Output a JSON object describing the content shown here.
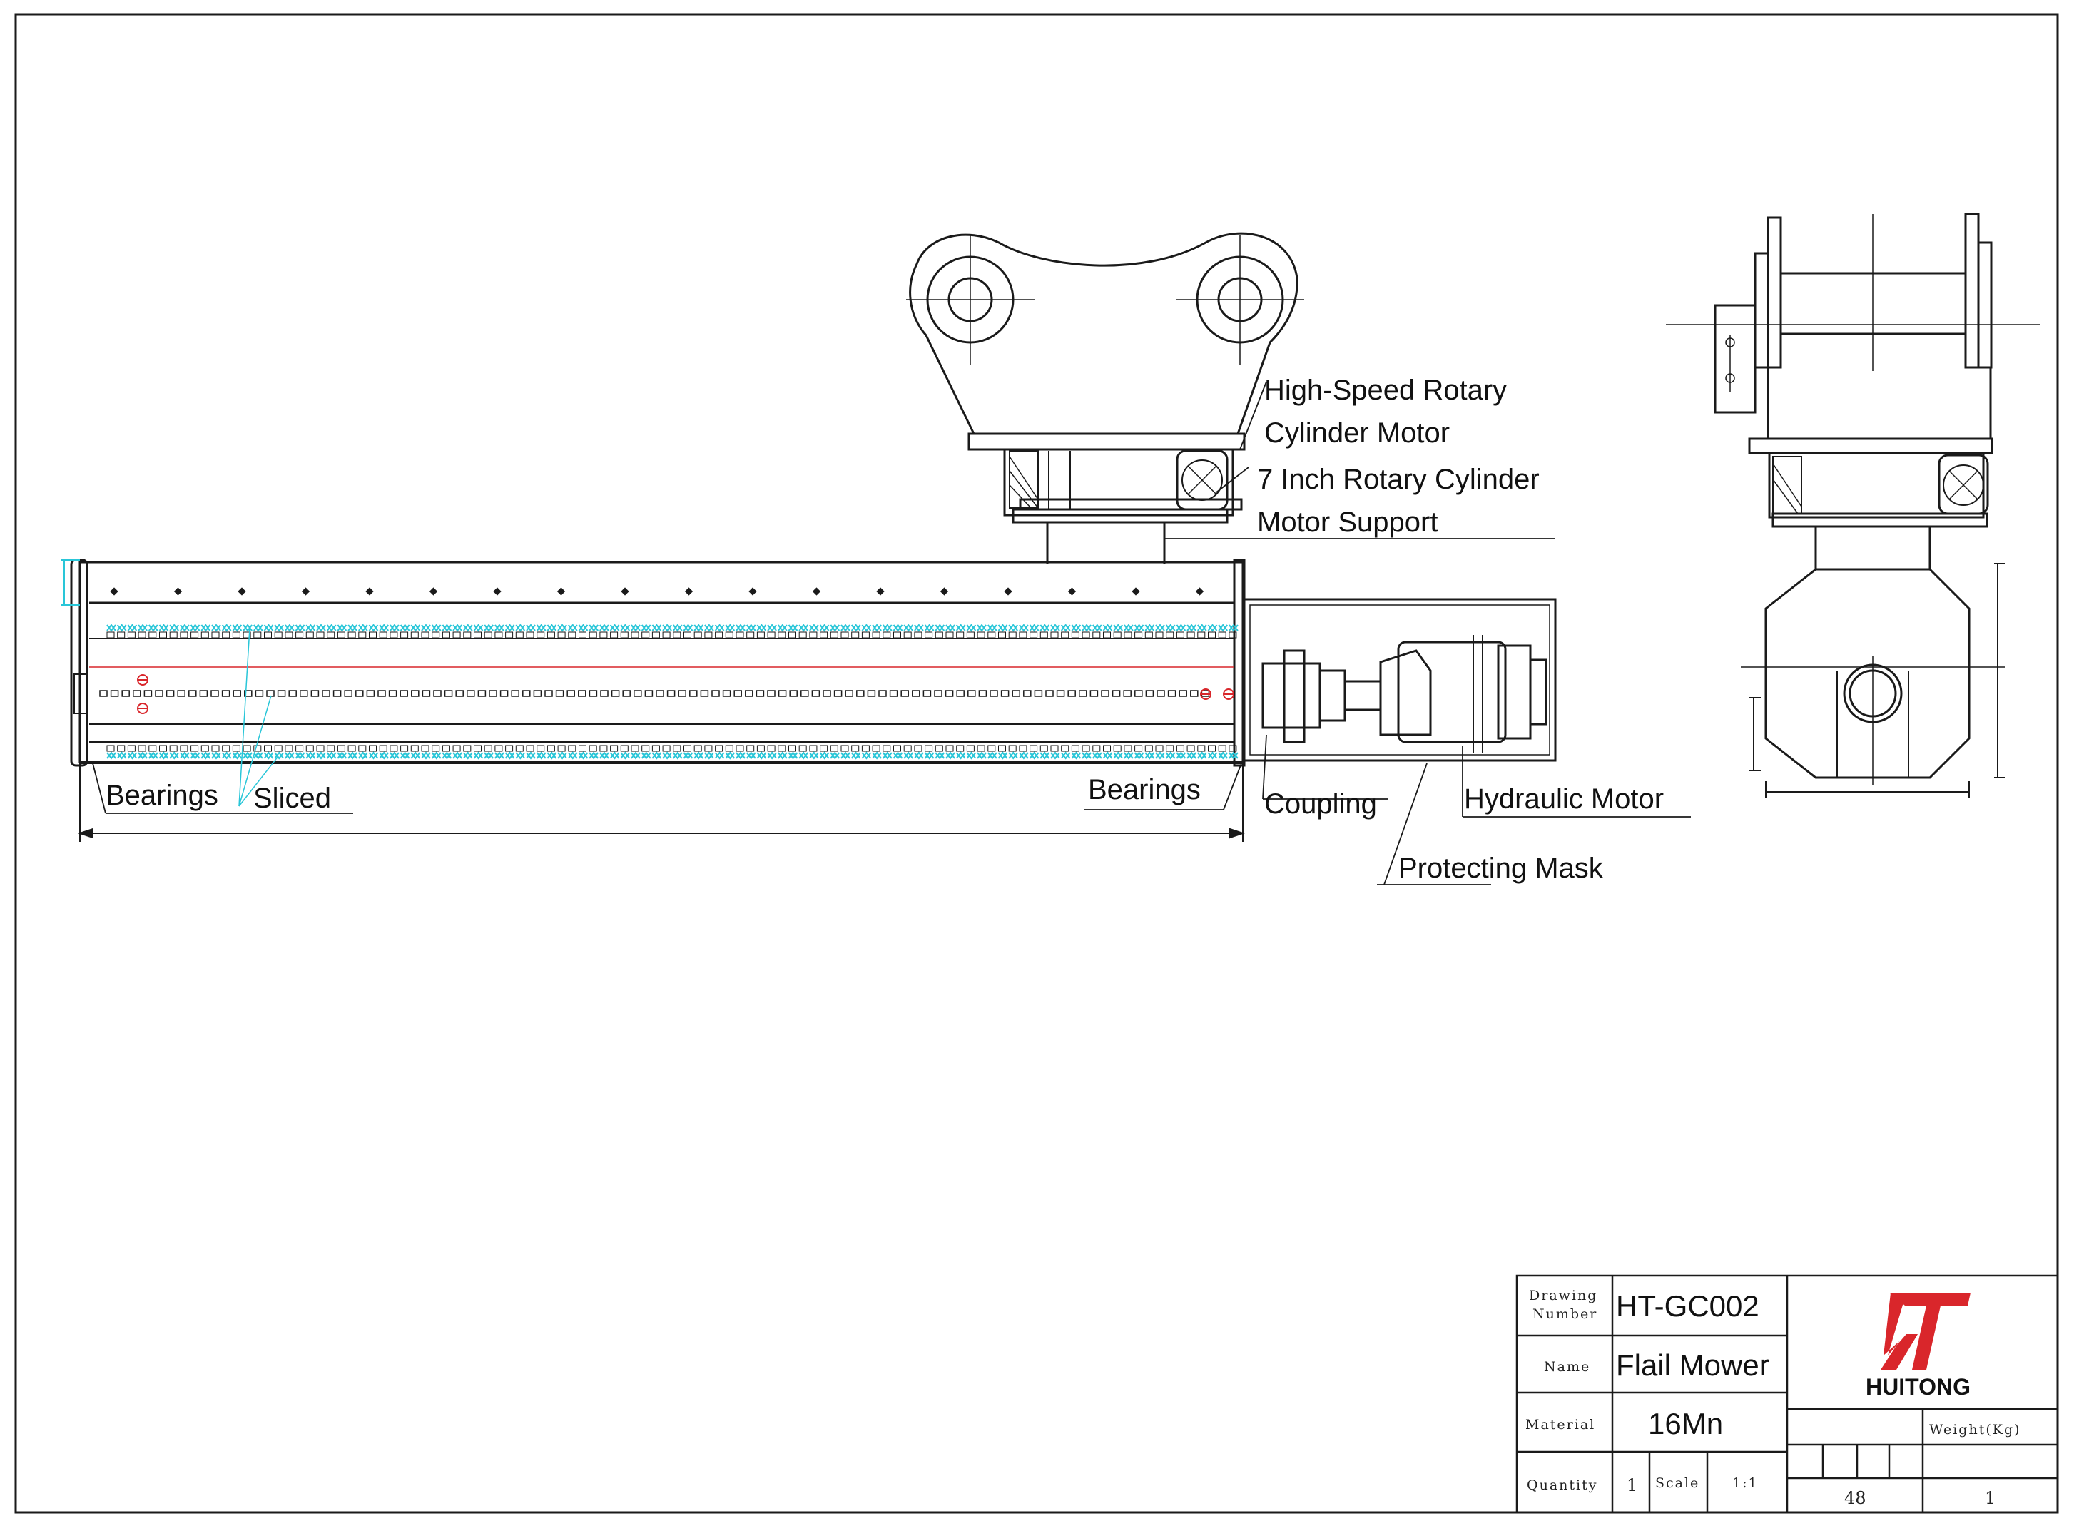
{
  "labels": {
    "high_speed_motor_line1": "High-Speed Rotary",
    "high_speed_motor_line2": "Cylinder Motor",
    "support_line1": "7 Inch Rotary Cylinder",
    "support_line2": "Motor Support",
    "bearings_left": "Bearings",
    "sliced": "Sliced",
    "bearings_right": "Bearings",
    "coupling": "Coupling",
    "hydraulic_motor": "Hydraulic Motor",
    "protecting_mask": "Protecting Mask"
  },
  "title_block": {
    "drawing_number_label_1": "Drawing",
    "drawing_number_label_2": "Number",
    "drawing_number": "HT-GC002",
    "name_label": "Name",
    "name": "Flail Mower",
    "material_label": "Material",
    "material": "16Mn",
    "quantity_label": "Quantity",
    "quantity": "1",
    "scale_label": "Scale",
    "scale": "1:1",
    "weight_label": "Weight(Kg)",
    "weight_value": "48",
    "sheet_value": "1",
    "company": "HUITONG"
  },
  "colors": {
    "line": "#1a1a1a",
    "cyan": "#29c6d8",
    "red": "#d9262b",
    "logo_red": "#d9262b"
  },
  "icons": {
    "logo": "huitong-logo"
  }
}
